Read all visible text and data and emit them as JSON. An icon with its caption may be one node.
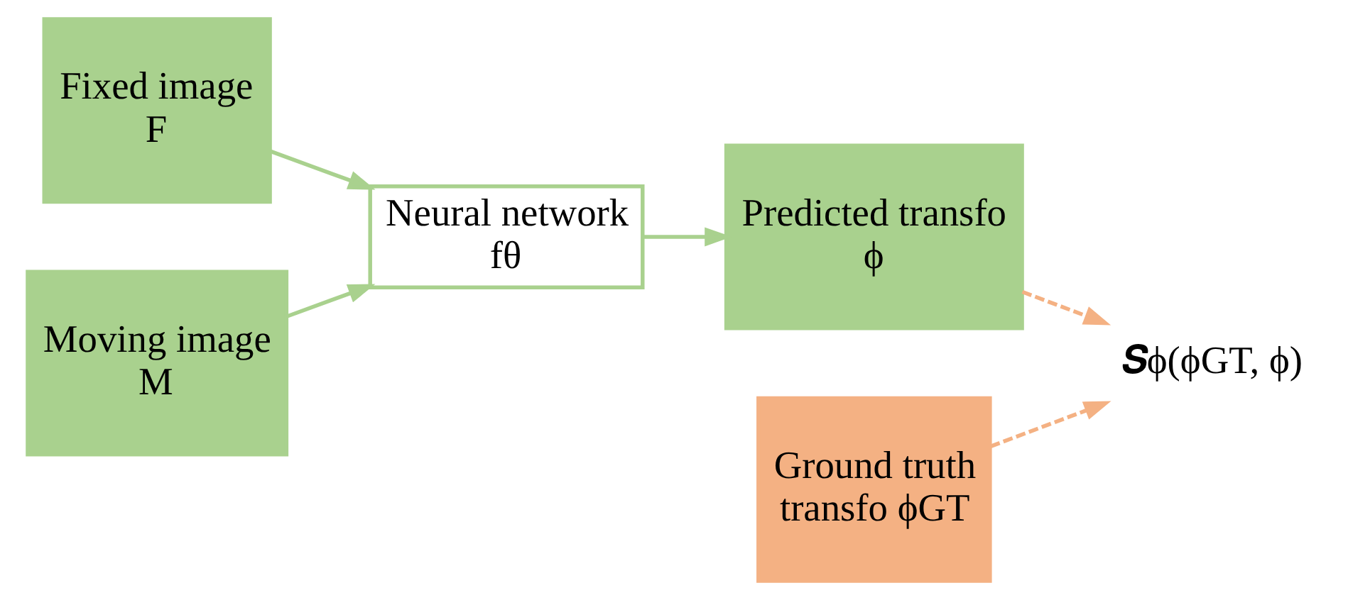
{
  "diagram": {
    "nodes": [
      {
        "text": [
          "Fixed image F"
        ]
      },
      {
        "text": [
          "Moving image M"
        ]
      },
      {
        "text": [
          "Neural network fθ"
        ]
      },
      {
        "text": [
          "Predicted transfo ϕ"
        ]
      },
      {
        "text": [
          "Ground truth transfo ϕGT"
        ]
      },
      {
        "text": [
          "𝑺ϕ(ϕGT, ϕ)"
        ]
      }
    ],
    "edges": [
      {
        "from": 0,
        "to": 2,
        "arrow": "to"
      },
      {
        "from": 1,
        "to": 2,
        "arrow": "to"
      },
      {
        "from": 2,
        "to": 3,
        "arrow": "to"
      },
      {
        "from": 3,
        "to": 5,
        "arrow": "to",
        "style": "dashed",
        "color": "#f4b183"
      },
      {
        "from": 4,
        "to": 5,
        "arrow": "to",
        "style": "dashed",
        "color": "#f4b183"
      }
    ]
  }
}
